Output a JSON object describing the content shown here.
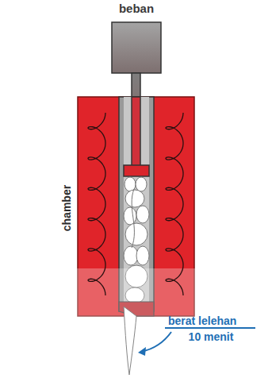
{
  "diagram": {
    "labels": [
      "beban",
      "chamber",
      "berat lelehan",
      "10 menit"
    ]
  }
}
